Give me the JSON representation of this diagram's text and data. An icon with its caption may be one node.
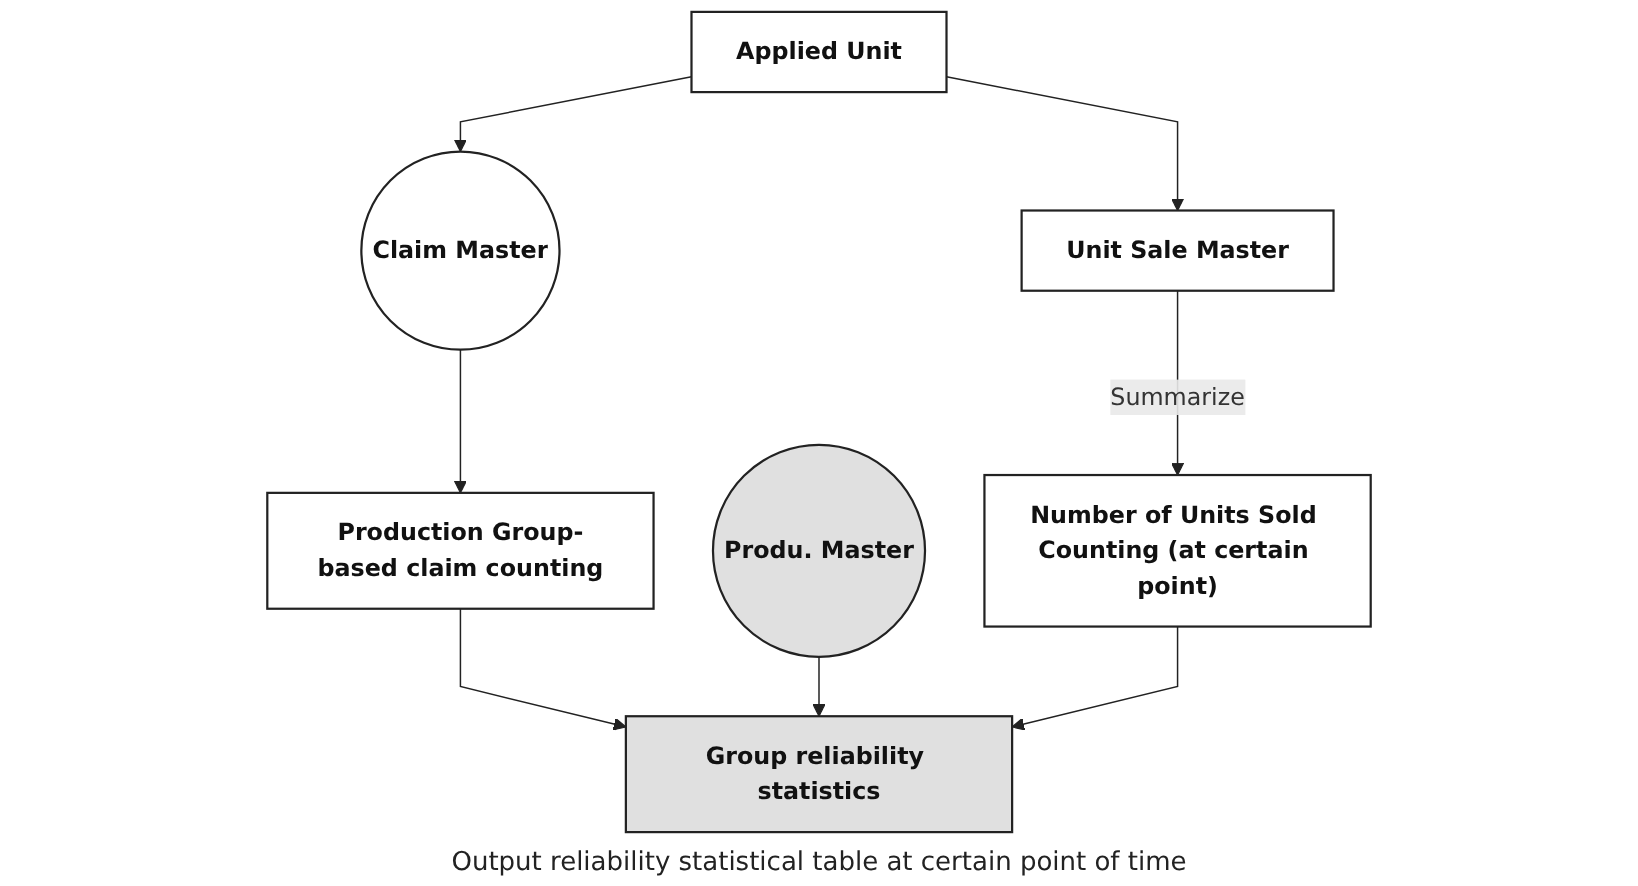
{
  "diagram": {
    "caption": "Output reliability statistical table at certain point of time",
    "nodes": [
      {
        "text": [
          "Applied Unit"
        ]
      },
      {
        "text": [
          "Unit Sale Master"
        ]
      },
      {
        "text": [
          "Claim Master"
        ]
      },
      {
        "text": [
          "Number of Units Sold Counting (at certain point)"
        ]
      },
      {
        "text": [
          "Production Group-based claim counting"
        ]
      },
      {
        "text": [
          "Produ. Master"
        ]
      },
      {
        "text": [
          "Group reliability statistics"
        ]
      }
    ],
    "edges": [
      {
        "from": 0,
        "to": 1,
        "arrow": "to"
      },
      {
        "from": 0,
        "to": 2,
        "arrow": "to"
      },
      {
        "from": 1,
        "to": 3,
        "arrow": "to",
        "label": "Summarize"
      },
      {
        "from": 2,
        "to": 4,
        "arrow": "to"
      },
      {
        "from": 4,
        "to": 6,
        "arrow": "to"
      },
      {
        "from": 5,
        "to": 6,
        "arrow": "to"
      },
      {
        "from": 3,
        "to": 6,
        "arrow": "to"
      }
    ]
  }
}
